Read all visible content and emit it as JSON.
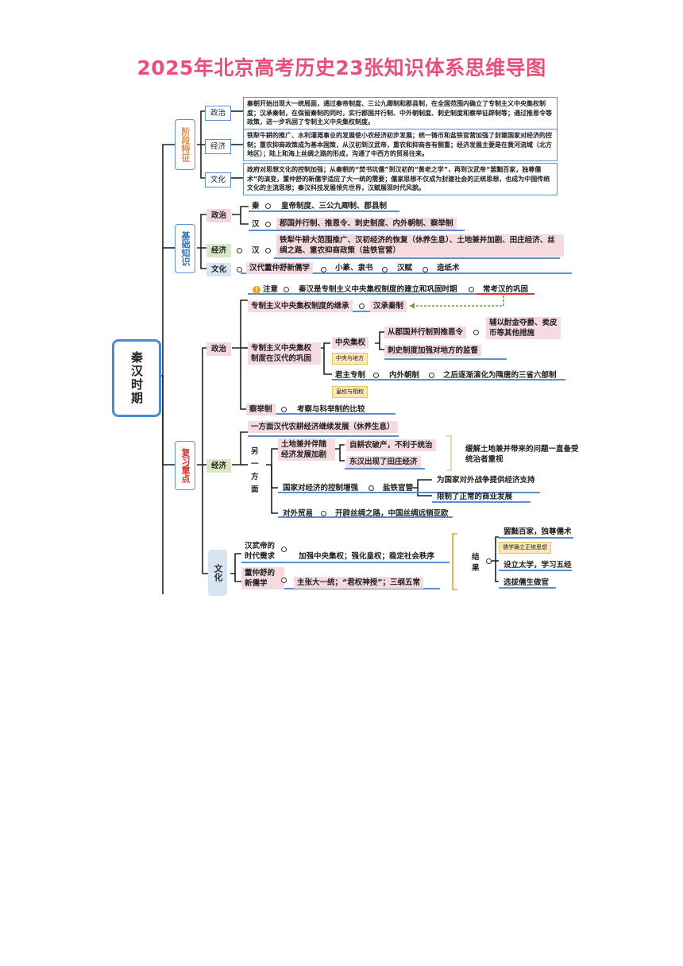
{
  "title": "2025年北京高考历史23张知识体系思维导图",
  "root": "秦汉时期",
  "sections": {
    "stage": {
      "label": "阶段特征",
      "politics_label": "政治",
      "politics_text": "秦朝开始出现大一统局面，通过秦帝制度、三公九卿制和郡县制，在全国范围内确立了专制主义中央集权制度；汉承秦制，在保留秦制的同时，实行郡国并行制、中外朝制度、刺史制度和察举征辟制等；通过推恩令等政策，进一步巩固了专制主义中央集权制度。",
      "economy_label": "经济",
      "economy_text": "铁犁牛耕的推广、水利灌溉事业的发展使小农经济初步发展；统一铸币和盐铁官营加强了封建国家对经济的控制；重农抑商政策成为基本国策，从汉初到汉武帝，重农和抑商各有侧重；经济发展主要是在黄河流域（北方地区）；陆上和海上丝绸之路的形成，沟通了中西方的贸易往来。",
      "culture_label": "文化",
      "culture_text": "政府对思想文化的控制加强；从秦朝的“焚书坑儒”到汉初的“黄老之学”，再到汉武帝“罢黜百家，独尊儒术”的演变，董仲舒的新儒学适应了大一统的需要；儒家思想不仅成为封建社会的正统思想，也成为中国传统文化的主流思想；秦汉科技发展领先世界，汉赋展现时代风貌。"
    },
    "basic": {
      "label": "基础知识",
      "politics_label": "政治",
      "qin": "秦",
      "qin_text": "皇帝制度、三公九卿制、郡县制",
      "han": "汉",
      "han_text": "郡国并行制、推恩令、刺史制度、内外朝制、察举制",
      "economy_label": "经济",
      "economy_han": "汉",
      "economy_text": "铁犁牛耕大范围推广、汉初经济的恢复（休养生息）、土地兼并加剧、田庄经济、丝绸之路、重农抑商政策（盐铁官营）",
      "culture_label": "文化",
      "culture_items": [
        "汉代董仲舒新儒学",
        "小篆、隶书",
        "汉赋",
        "造纸术"
      ]
    },
    "review": {
      "label": "复习重点",
      "politics_label": "政治",
      "note_label": "注意",
      "note_text": "秦汉是专制主义中央集权制度的建立和巩固时期",
      "note_right": "常考汉的巩固",
      "inherit": "专制主义中央集权制度的继承",
      "inherit_right": "汉承秦制",
      "consolidate": "专制主义中央集权制度在汉代的巩固",
      "central": "中央集权",
      "central_note": "中央与地方",
      "central_a": "从郡国并行制到推恩令",
      "central_a_right": "辅以酎金夺爵、卖皮币等其他措施",
      "central_b": "刺史制度加强对地方的监督",
      "monarch": "君主专制",
      "monarch_note": "皇权与相权",
      "monarch_a": "内外朝制",
      "monarch_a_right": "之后逐渐演化为隋唐的三省六部制",
      "recommend": "察举制",
      "recommend_right": "考察与科举制的比较",
      "economy_label": "经济",
      "eco_top": "一方面汉代农耕经济继续发展（休养生息）",
      "eco_other": "另一方面",
      "land": "土地兼并伴随经济发展加剧",
      "land_a": "自耕农破产，不利于统治",
      "land_b": "东汉出现了田庄经济",
      "land_right": "缓解土地兼并带来的问题一直备受统治者重视",
      "control": "国家对经济的控制增强",
      "control_mid": "盐铁官营",
      "control_a": "为国家对外战争提供经济支持",
      "control_b": "限制了正常的商业发展",
      "trade": "对外贸易",
      "trade_right": "开辟丝绸之路，中国丝绸远销亚欧",
      "culture_label": "文化",
      "need": "汉武帝的时代需求",
      "need_right": "加强中央集权；强化皇权；稳定社会秩序",
      "dong": "董仲舒的新儒学",
      "dong_right": "主张大一统；“君权神授”；三纲五常",
      "result_label": "结果",
      "result_a": "罢黜百家，独尊儒术",
      "result_note": "儒学确立正统思想",
      "result_b": "设立太学，学习五经",
      "result_c": "选拔儒生做官"
    }
  },
  "colors": {
    "title": "#e8507a",
    "accent_blue": "#4a8ad4",
    "pink": "#f2d8de",
    "green": "#d9e8c4",
    "lightblue": "#d7e4f3",
    "orange": "#f0a020"
  }
}
